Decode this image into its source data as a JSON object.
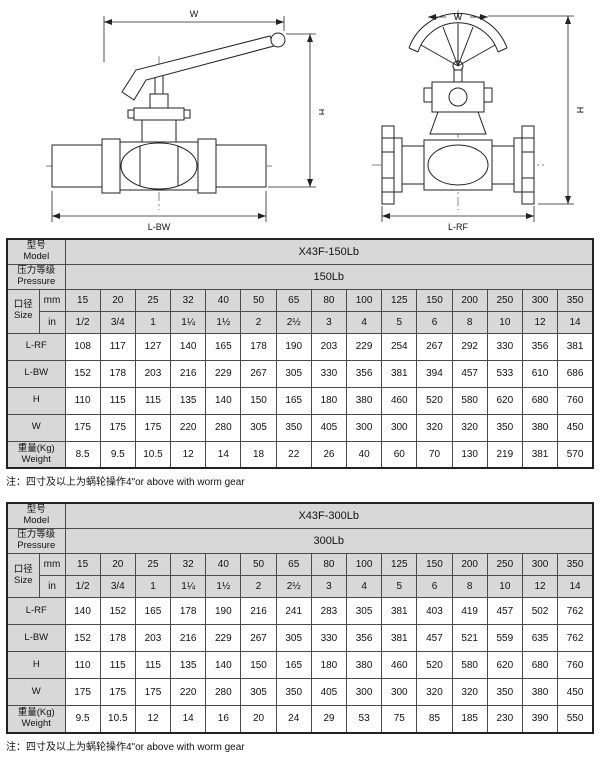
{
  "page": {
    "background": "#ffffff"
  },
  "colors": {
    "header_bg": "#d8d8d8",
    "border": "#4a4a4a",
    "line_art": "#222222"
  },
  "drawings": {
    "left": {
      "title": "lever-operated-valve",
      "top_dim": "W",
      "right_dim": "H",
      "bottom_dim": "L-BW"
    },
    "right": {
      "title": "worm-gear-operated-valve",
      "top_dim": "W",
      "right_dim": "H",
      "bottom_dim": "L-RF"
    }
  },
  "tables": [
    {
      "header_rows": [
        {
          "label_lines": [
            "型号",
            "Model"
          ],
          "value": "X43F-150Lb"
        },
        {
          "label_lines": [
            "压力等级",
            "Pressure"
          ],
          "value": "150Lb"
        }
      ],
      "size_label_lines": [
        "口径",
        "Size"
      ],
      "unit_rows": [
        {
          "unit": "mm",
          "values": [
            "15",
            "20",
            "25",
            "32",
            "40",
            "50",
            "65",
            "80",
            "100",
            "125",
            "150",
            "200",
            "250",
            "300",
            "350"
          ]
        },
        {
          "unit": "in",
          "values": [
            "1/2",
            "3/4",
            "1",
            "1¼",
            "1½",
            "2",
            "2½",
            "3",
            "4",
            "5",
            "6",
            "8",
            "10",
            "12",
            "14"
          ]
        }
      ],
      "data_rows": [
        {
          "label_lines": [
            "L-RF"
          ],
          "values": [
            "108",
            "117",
            "127",
            "140",
            "165",
            "178",
            "190",
            "203",
            "229",
            "254",
            "267",
            "292",
            "330",
            "356",
            "381"
          ]
        },
        {
          "label_lines": [
            "L-BW"
          ],
          "values": [
            "152",
            "178",
            "203",
            "216",
            "229",
            "267",
            "305",
            "330",
            "356",
            "381",
            "394",
            "457",
            "533",
            "610",
            "686"
          ]
        },
        {
          "label_lines": [
            "H"
          ],
          "values": [
            "110",
            "115",
            "115",
            "135",
            "140",
            "150",
            "165",
            "180",
            "380",
            "460",
            "520",
            "580",
            "620",
            "680",
            "760"
          ]
        },
        {
          "label_lines": [
            "W"
          ],
          "values": [
            "175",
            "175",
            "175",
            "220",
            "280",
            "305",
            "350",
            "405",
            "300",
            "300",
            "320",
            "320",
            "350",
            "380",
            "450"
          ]
        },
        {
          "label_lines": [
            "重量(Kg)",
            "Weight"
          ],
          "values": [
            "8.5",
            "9.5",
            "10.5",
            "12",
            "14",
            "18",
            "22",
            "26",
            "40",
            "60",
            "70",
            "130",
            "219",
            "381",
            "570"
          ]
        }
      ],
      "note": "注：四寸及以上为蜗轮操作4\"or above with worm gear"
    },
    {
      "header_rows": [
        {
          "label_lines": [
            "型号",
            "Model"
          ],
          "value": "X43F-300Lb"
        },
        {
          "label_lines": [
            "压力等级",
            "Pressure"
          ],
          "value": "300Lb"
        }
      ],
      "size_label_lines": [
        "口径",
        "Size"
      ],
      "unit_rows": [
        {
          "unit": "mm",
          "values": [
            "15",
            "20",
            "25",
            "32",
            "40",
            "50",
            "65",
            "80",
            "100",
            "125",
            "150",
            "200",
            "250",
            "300",
            "350"
          ]
        },
        {
          "unit": "in",
          "values": [
            "1/2",
            "3/4",
            "1",
            "1¼",
            "1½",
            "2",
            "2½",
            "3",
            "4",
            "5",
            "6",
            "8",
            "10",
            "12",
            "14"
          ]
        }
      ],
      "data_rows": [
        {
          "label_lines": [
            "L-RF"
          ],
          "values": [
            "140",
            "152",
            "165",
            "178",
            "190",
            "216",
            "241",
            "283",
            "305",
            "381",
            "403",
            "419",
            "457",
            "502",
            "762"
          ]
        },
        {
          "label_lines": [
            "L-BW"
          ],
          "values": [
            "152",
            "178",
            "203",
            "216",
            "229",
            "267",
            "305",
            "330",
            "356",
            "381",
            "457",
            "521",
            "559",
            "635",
            "762"
          ]
        },
        {
          "label_lines": [
            "H"
          ],
          "values": [
            "110",
            "115",
            "115",
            "135",
            "140",
            "150",
            "165",
            "180",
            "380",
            "460",
            "520",
            "580",
            "620",
            "680",
            "760"
          ]
        },
        {
          "label_lines": [
            "W"
          ],
          "values": [
            "175",
            "175",
            "175",
            "220",
            "280",
            "305",
            "350",
            "405",
            "300",
            "300",
            "320",
            "320",
            "350",
            "380",
            "450"
          ]
        },
        {
          "label_lines": [
            "重量(Kg)",
            "Weight"
          ],
          "values": [
            "9.5",
            "10.5",
            "12",
            "14",
            "16",
            "20",
            "24",
            "29",
            "53",
            "75",
            "85",
            "185",
            "230",
            "390",
            "550"
          ]
        }
      ],
      "note": "注：四寸及以上为蜗轮操作4\"or above with worm gear"
    }
  ]
}
